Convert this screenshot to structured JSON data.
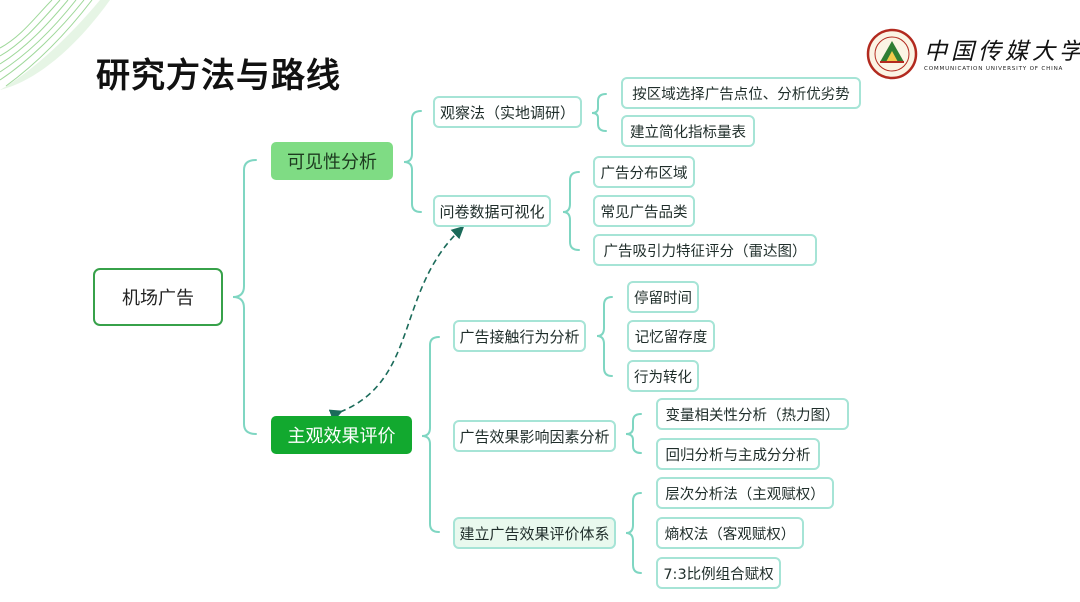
{
  "slide": {
    "title": "研究方法与路线"
  },
  "logo": {
    "name_cn": "中国传媒大学",
    "name_en": "COMMUNICATION UNIVERSITY OF CHINA"
  },
  "colors": {
    "branch_light": "#7fdc84",
    "branch_dark": "#12a92f",
    "box_border": "#a6e4d6",
    "connector": "#7fd6c2",
    "root_border": "#37a14a",
    "dashed_link": "#1b6b5a"
  },
  "diagram": {
    "root": "机场广告",
    "visibility": {
      "label": "可见性分析",
      "observation": {
        "label": "观察法（实地调研）",
        "items": [
          "按区域选择广告点位、分析优劣势",
          "建立简化指标量表"
        ]
      },
      "questionnaire": {
        "label": "问卷数据可视化",
        "items": [
          "广告分布区域",
          "常见广告品类",
          "广告吸引力特征评分（雷达图）"
        ]
      }
    },
    "subjective": {
      "label": "主观效果评价",
      "contact": {
        "label": "广告接触行为分析",
        "items": [
          "停留时间",
          "记忆留存度",
          "行为转化"
        ]
      },
      "factors": {
        "label": "广告效果影响因素分析",
        "items": [
          "变量相关性分析（热力图）",
          "回归分析与主成分分析"
        ]
      },
      "system": {
        "label": "建立广告效果评价体系",
        "items": [
          "层次分析法（主观赋权）",
          "熵权法（客观赋权）",
          "7:3比例组合赋权"
        ]
      }
    }
  }
}
